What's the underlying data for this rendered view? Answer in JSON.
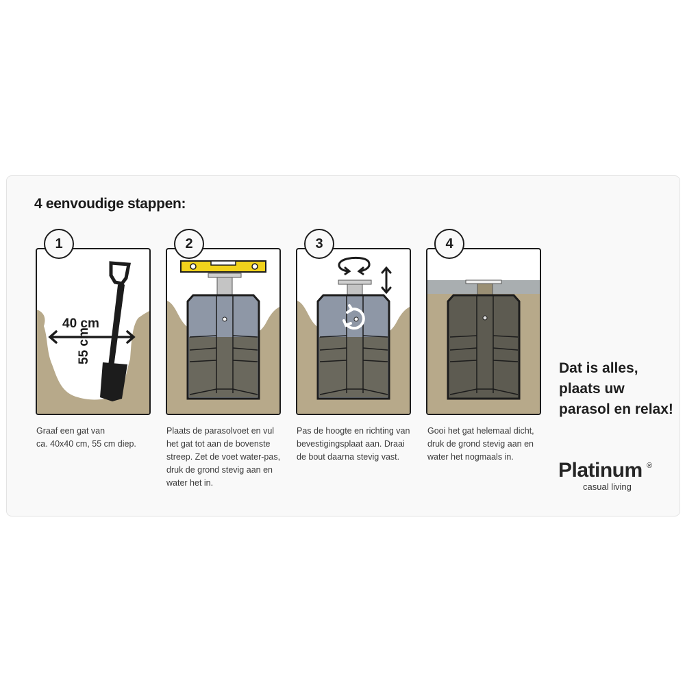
{
  "header": {
    "title": "4 eenvoudige stappen:"
  },
  "steps": [
    {
      "number": "1",
      "illustration": "shovel-digging-hole",
      "labels": {
        "width": "40 cm",
        "depth": "55 cm"
      },
      "description": [
        "Graaf een gat van",
        "ca. 40x40 cm, 55 cm diep."
      ]
    },
    {
      "number": "2",
      "illustration": "base-with-spirit-level",
      "description": [
        "Plaats de parasolvoet en vul",
        "het gat tot aan de bovenste",
        "streep. Zet de voet water-pas,",
        "druk de grond stevig aan en",
        "water het in."
      ]
    },
    {
      "number": "3",
      "illustration": "adjust-height-rotate",
      "description": [
        "Pas de hoogte en richting van",
        "bevestigingsplaat aan. Draai",
        "de bout daarna stevig vast."
      ]
    },
    {
      "number": "4",
      "illustration": "hole-filled",
      "description": [
        "Gooi het gat helemaal dicht,",
        "druk de grond stevig aan en",
        "water het nogmaals in."
      ]
    }
  ],
  "closing": {
    "lines": [
      "Dat is alles,",
      "plaats uw",
      "parasol en relax!"
    ]
  },
  "logo": {
    "brand": "Platinum",
    "registered": "®",
    "tagline": "casual living"
  },
  "colors": {
    "soil": "#b7a98a",
    "base_dark": "#5d5b51",
    "base_blue": "#8e97a6",
    "level_yellow": "#f1d21c",
    "outline": "#1c1c1c",
    "gravel": "#a9a9a6"
  }
}
